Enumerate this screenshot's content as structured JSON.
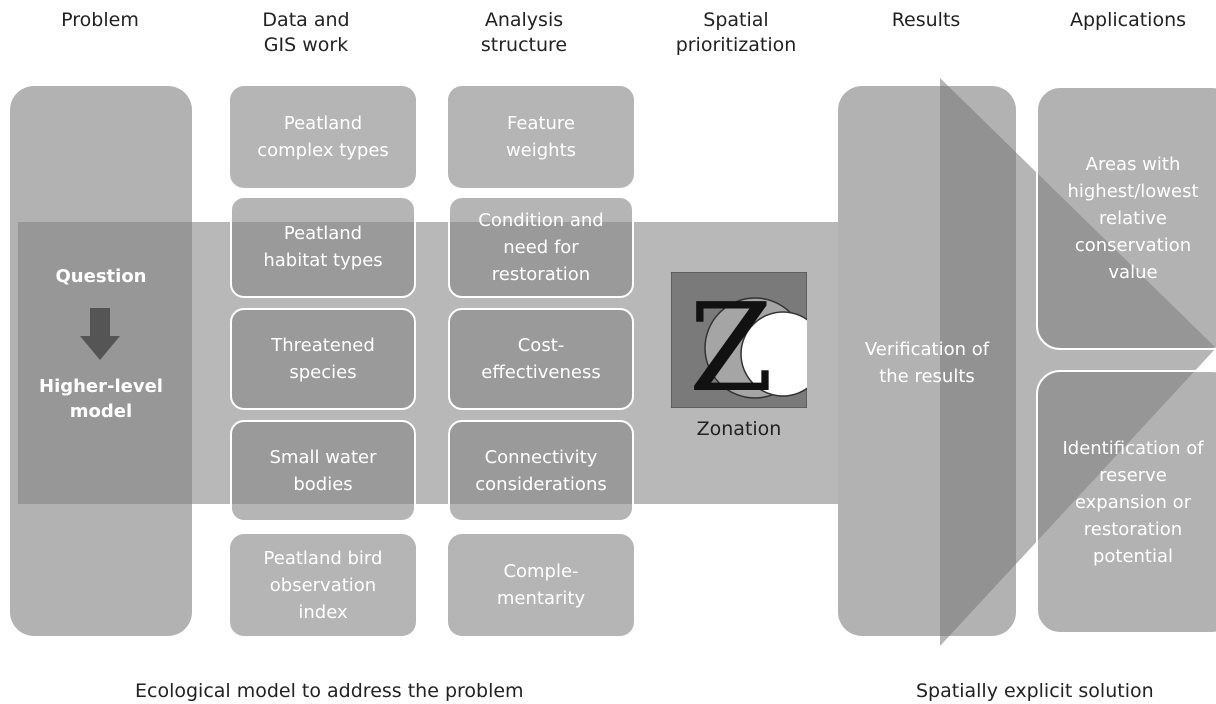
{
  "headers": {
    "problem": "Problem",
    "data_gis": "Data and\nGIS work",
    "analysis": "Analysis\nstructure",
    "spatial": "Spatial\nprioritization",
    "results": "Results",
    "applications": "Applications"
  },
  "problem": {
    "question": "Question",
    "higher_level": "Higher-level\nmodel"
  },
  "data_boxes": [
    "Peatland\ncomplex types",
    "Peatland\nhabitat types",
    "Threatened\nspecies",
    "Small water\nbodies",
    "Peatland bird\nobservation\nindex"
  ],
  "analysis_boxes": [
    "Feature\nweights",
    "Condition and\nneed for\nrestoration",
    "Cost-\neffectiveness",
    "Connectivity\nconsiderations",
    "Comple-\nmentarity"
  ],
  "zonation": {
    "logo_letter": "Z",
    "label": "Zonation"
  },
  "results": {
    "verification": "Verification of\nthe results"
  },
  "applications": [
    "Areas with\nhighest/lowest\nrelative\nconservation\nvalue",
    "Identification of\nreserve\nexpansion or\nrestoration\npotential"
  ],
  "footer": {
    "left": "Ecological model to address the problem",
    "right": "Spatially explicit solution"
  }
}
